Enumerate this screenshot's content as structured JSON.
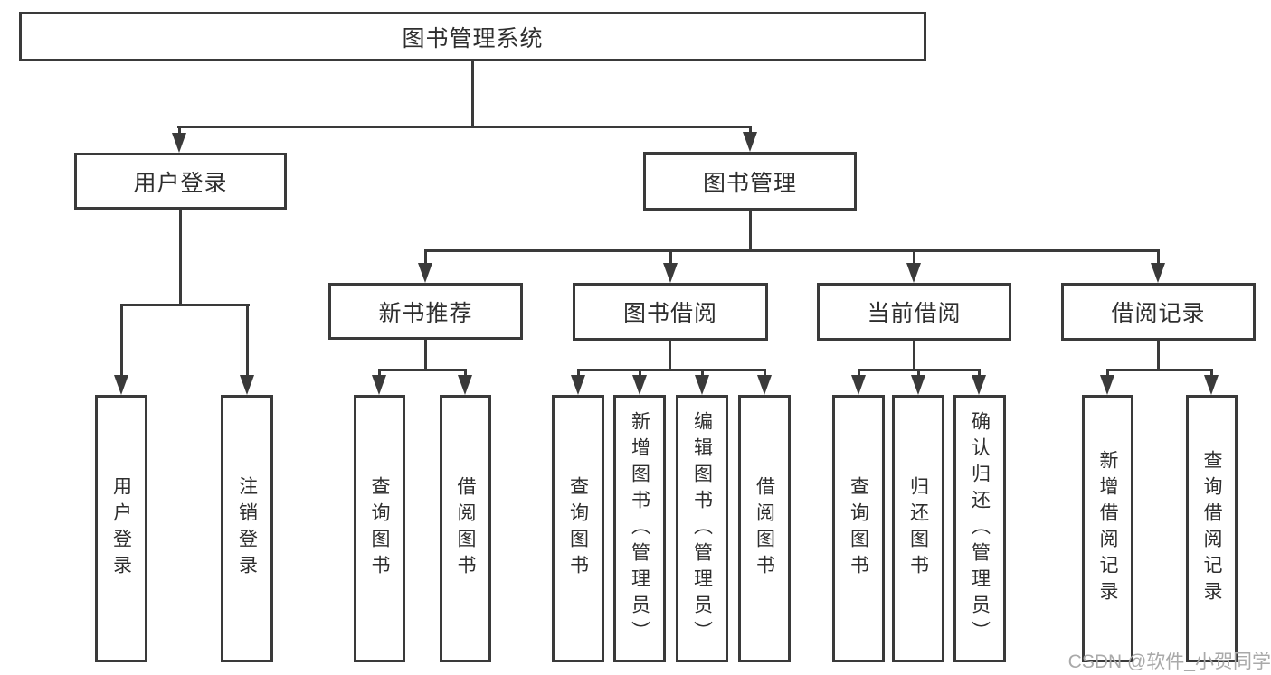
{
  "colors": {
    "line": "#3a3a3a",
    "box_border": "#3a3a3a",
    "box_fill": "#ffffff",
    "text": "#2e2e2e",
    "watermark": "#a9a9a9",
    "background": "#ffffff"
  },
  "watermark": {
    "text": "CSDN @软件_小贺同学"
  },
  "tree": {
    "label": "图书管理系统",
    "children": [
      {
        "label": "用户登录",
        "children": [
          {
            "label": "用户登录"
          },
          {
            "label": "注销登录"
          }
        ]
      },
      {
        "label": "图书管理",
        "children": [
          {
            "label": "新书推荐",
            "children": [
              {
                "label": "查询图书"
              },
              {
                "label": "借阅图书"
              }
            ]
          },
          {
            "label": "图书借阅",
            "children": [
              {
                "label": "查询图书"
              },
              {
                "label": "新增图书（管理员）"
              },
              {
                "label": "编辑图书（管理员）"
              },
              {
                "label": "借阅图书"
              }
            ]
          },
          {
            "label": "当前借阅",
            "children": [
              {
                "label": "查询图书"
              },
              {
                "label": "归还图书"
              },
              {
                "label": "确认归还（管理员）"
              }
            ]
          },
          {
            "label": "借阅记录",
            "children": [
              {
                "label": "新增借阅记录"
              },
              {
                "label": "查询借阅记录"
              }
            ]
          }
        ]
      }
    ]
  }
}
